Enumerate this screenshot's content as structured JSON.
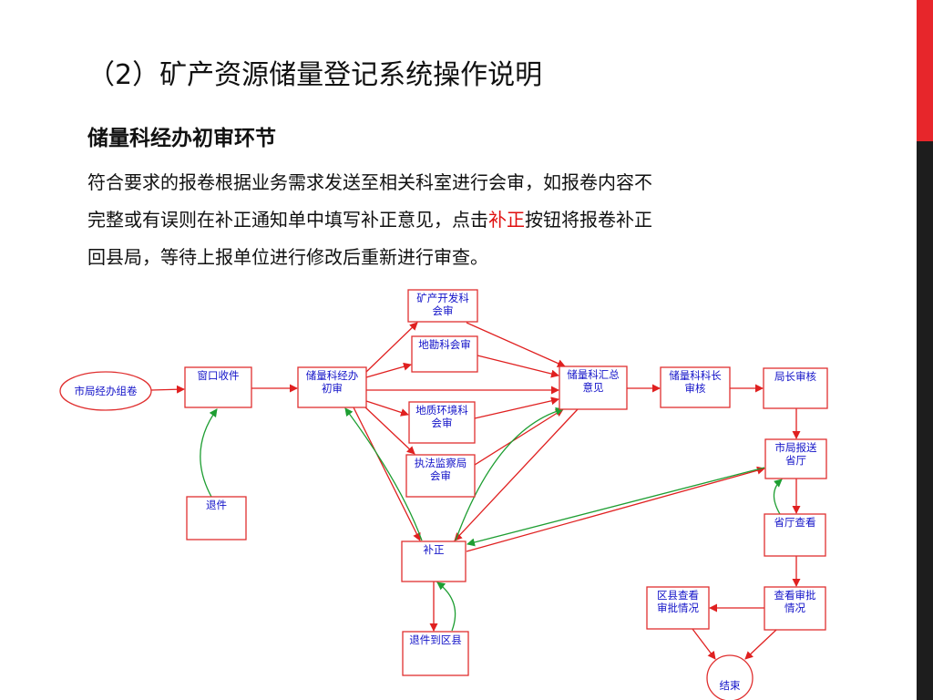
{
  "slide": {
    "title": "（2）矿产资源储量登记系统操作说明",
    "subtitle": "储量科经办初审环节",
    "paragraph": {
      "line1": "符合要求的报卷根据业务需求发送至相关科室进行会审，如报卷内容不",
      "line2_pre": "完整或有误则在补正通知单中填写补正意见，点击",
      "line2_highlight": "补正",
      "line2_post": "按钮将报卷补正",
      "line3": "回县局，等待上报单位进行修改后重新进行审查。"
    }
  },
  "flowchart": {
    "colors": {
      "box_border": "#e03030",
      "box_text": "#1212c8",
      "arrow_red": "#e02020",
      "arrow_green": "#1e9e32"
    },
    "nodes": {
      "start": "市局经办组卷",
      "window_receipt": "窗口收件",
      "return_file": "退件",
      "initial_review": "储量科经办\n初审",
      "mining_dev": "矿产开发科\n会审",
      "geo_survey": "地勘科会审",
      "geo_env": "地质环境科\n会审",
      "law_enforcement": "执法监察局\n会审",
      "supplement": "补正",
      "return_county": "退件到区县",
      "summary": "储量科汇总\n意见",
      "section_chief": "储量科科长\n审核",
      "director": "局长审核",
      "report_province": "市局报送\n省厅",
      "province_view": "省厅查看",
      "view_approval": "查看审批\n情况",
      "county_view": "区县查看\n审批情况",
      "end": "结束"
    }
  }
}
